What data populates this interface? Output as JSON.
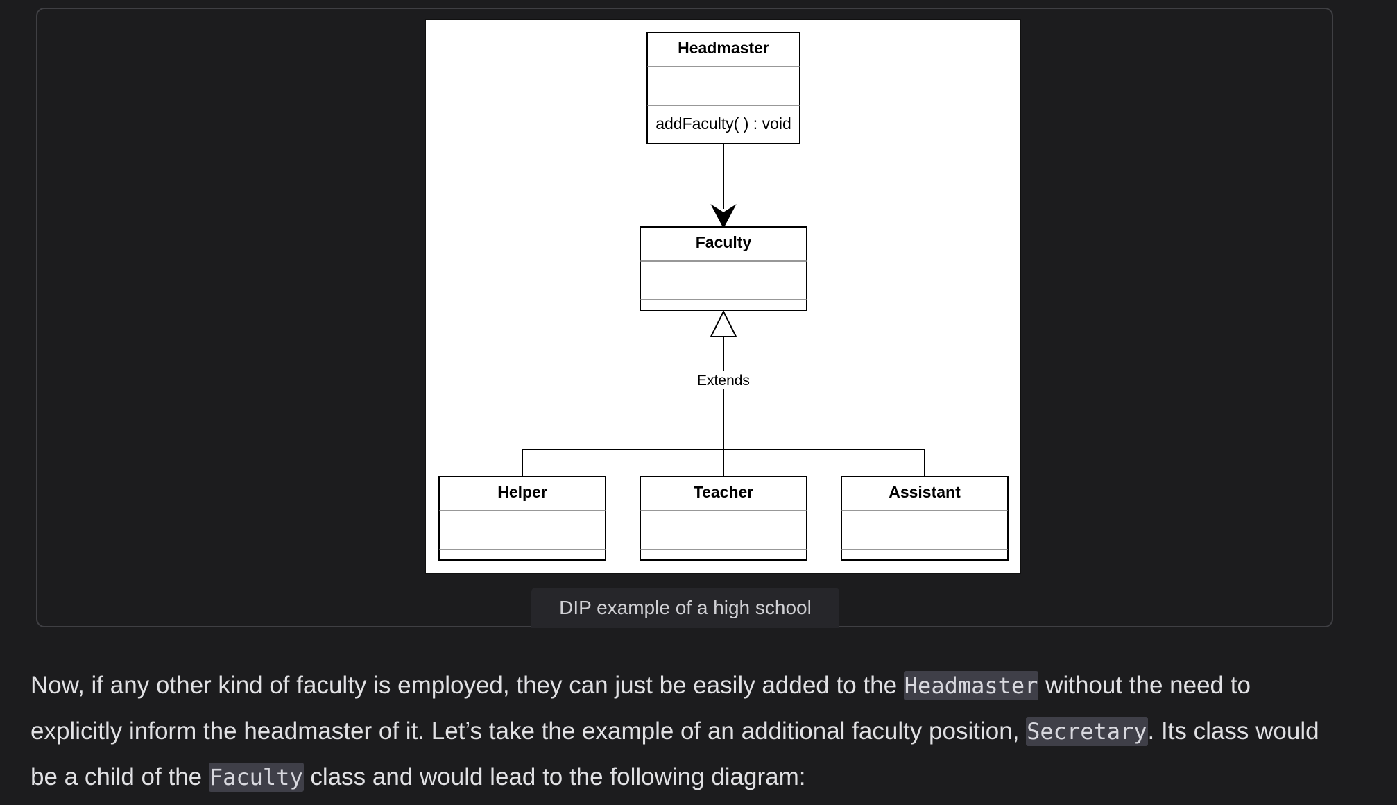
{
  "diagram": {
    "classes": [
      {
        "name": "Headmaster",
        "method": "addFaculty( ) : void"
      },
      {
        "name": "Faculty"
      },
      {
        "name": "Helper"
      },
      {
        "name": "Teacher"
      },
      {
        "name": "Assistant"
      }
    ],
    "edge_label": "Extends"
  },
  "caption": "DIP example of a high school",
  "paragraph": {
    "part1": "Now, if any other kind of faculty is employed, they can just be easily added to the ",
    "code1": "Headmaster",
    "part2": " without the need to explicitly inform the headmaster of it. Let’s take the example of an additional faculty position, ",
    "code2": "Secretary",
    "part3": ". Its class would be a child of the ",
    "code3": "Faculty",
    "part4": " class and would lead to the following diagram:"
  }
}
